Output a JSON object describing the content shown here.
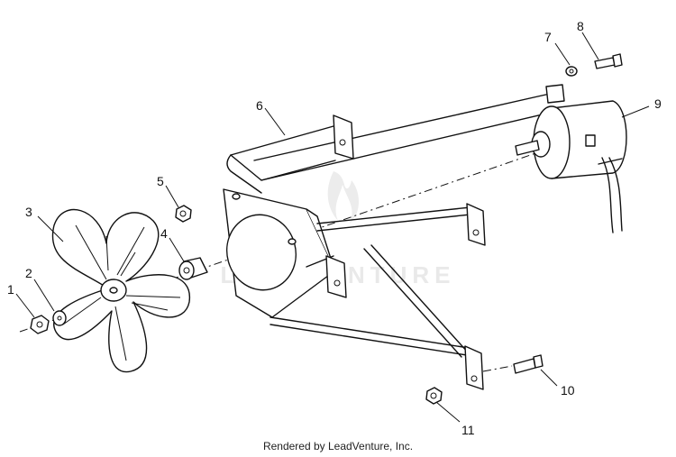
{
  "callouts": [
    "1",
    "2",
    "3",
    "4",
    "5",
    "6",
    "7",
    "8",
    "9",
    "10",
    "11"
  ],
  "watermark": "LEADVENTURE",
  "footer": "Rendered by LeadVenture, Inc."
}
